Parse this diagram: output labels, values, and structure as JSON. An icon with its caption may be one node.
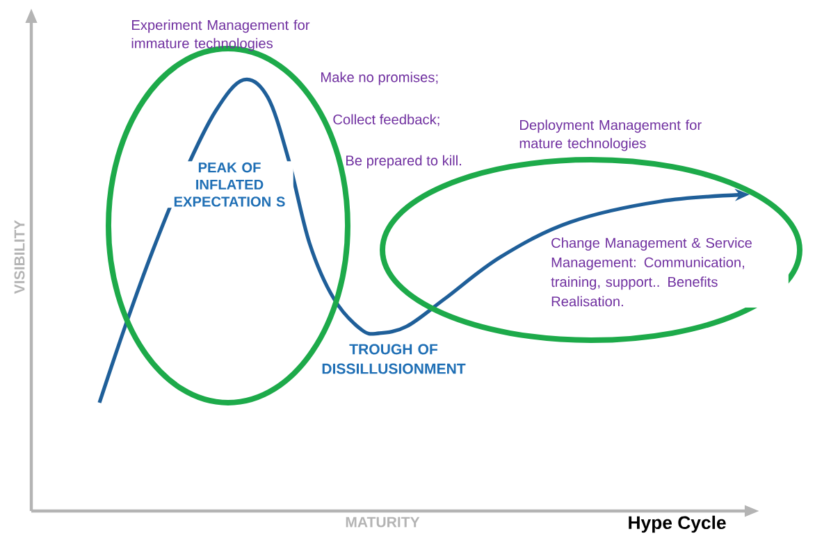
{
  "diagram": {
    "title": "Hype Cycle",
    "nodes": [
      {
        "text": [
          "Experiment Management for immature technologies",
          "PEAK OF INFLATED EXPECTATION S"
        ]
      },
      {
        "text": [
          "Deployment Management for mature technologies",
          "Change Management & Service Management: Communication, training, support.. Benefits Realisation."
        ]
      }
    ],
    "labels": [
      "Make no promises;",
      "Collect feedback;",
      "Be prepared to kill.",
      "VISIBILITY",
      "TROUGH OF DISSILLUSIONMENT",
      "MATURITY"
    ]
  }
}
